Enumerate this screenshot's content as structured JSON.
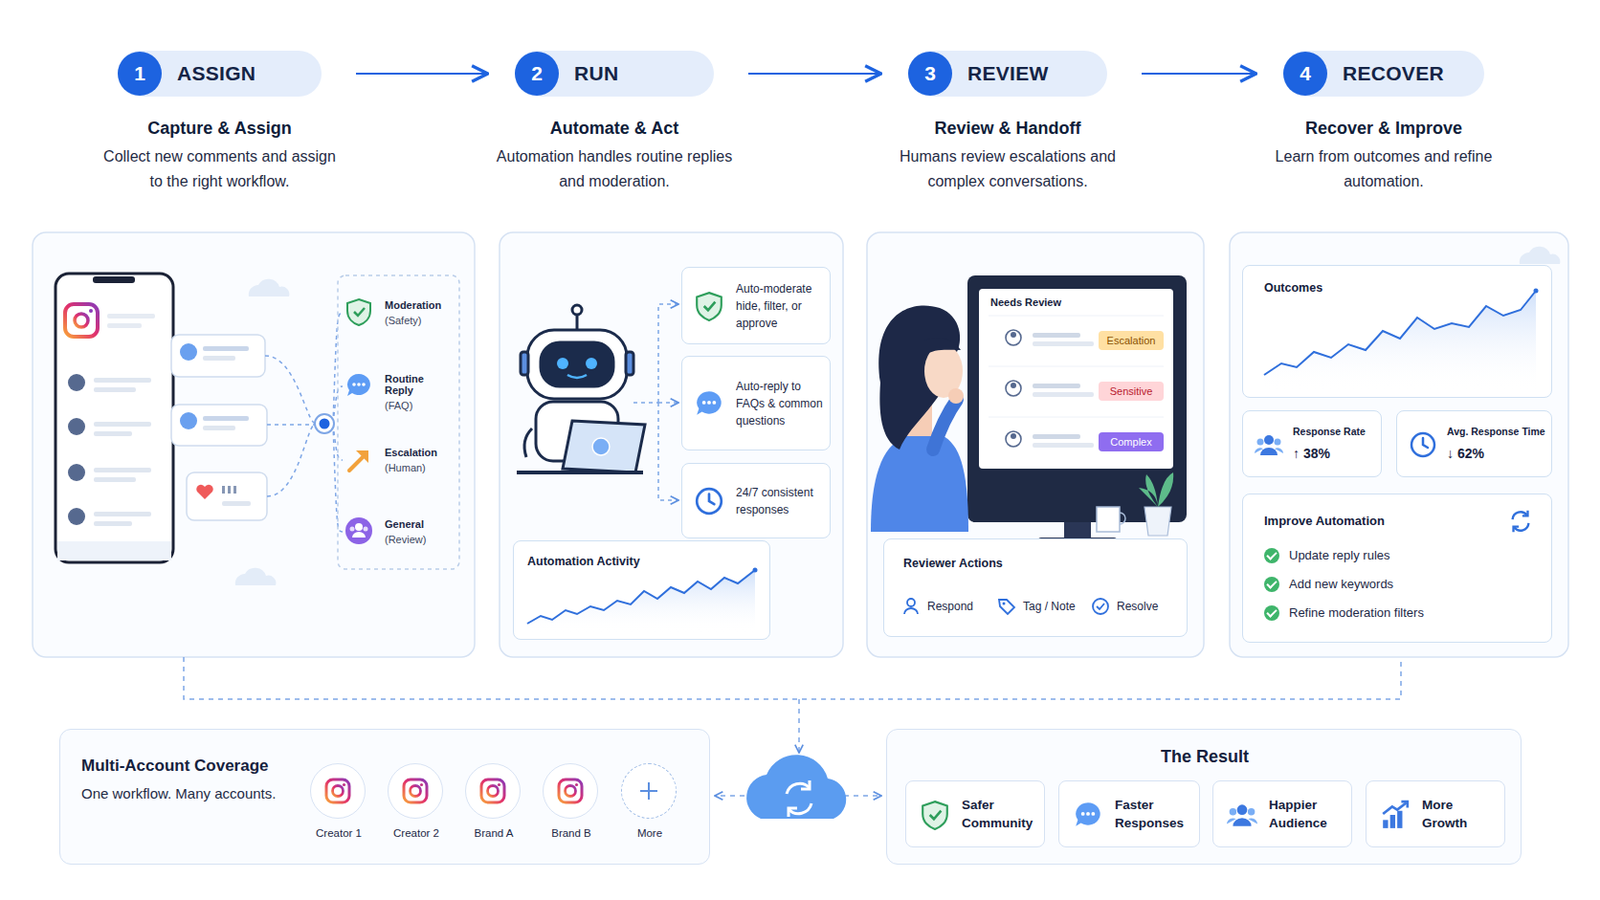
{
  "diagram": {
    "nodes": [
      {
        "text": [
          "1",
          "ASSIGN",
          "Capture & Assign",
          "Collect new comments and assign to the right workflow."
        ]
      },
      {
        "text": [
          "2",
          "RUN",
          "Automate & Act",
          "Automation handles routine replies and moderation."
        ]
      },
      {
        "text": [
          "3",
          "REVIEW",
          "Review & Handoff",
          "Humans review escalations and complex conversations."
        ]
      },
      {
        "text": [
          "4",
          "RECOVER",
          "Recover & Improve",
          "Learn from outcomes and refine automation."
        ]
      },
      {
        "text": [
          "Moderation",
          "(Safety)"
        ]
      },
      {
        "text": [
          "Routine Reply",
          "(FAQ)"
        ]
      },
      {
        "text": [
          "Escalation",
          "(Human)"
        ]
      },
      {
        "text": [
          "General",
          "(Review)"
        ]
      },
      {
        "text": [
          "Auto-moderate hide, filter, or approve"
        ]
      },
      {
        "text": [
          "Auto-reply to FAQs & common questions"
        ]
      },
      {
        "text": [
          "24/7 consistent responses"
        ]
      },
      {
        "text": [
          "Automation Activity"
        ]
      },
      {
        "text": [
          "Needs Review"
        ]
      },
      {
        "text": [
          "Escalation"
        ],
        "in": 12
      },
      {
        "text": [
          "Sensitive"
        ],
        "in": 12
      },
      {
        "text": [
          "Complex"
        ],
        "in": 12
      },
      {
        "text": [
          "Reviewer Actions",
          "Respond",
          "Tag / Note",
          "Resolve"
        ]
      },
      {
        "text": [
          "Outcomes"
        ]
      },
      {
        "text": [
          "Response Rate",
          "↑ 38%"
        ]
      },
      {
        "text": [
          "Avg. Response Time",
          "↓ 62%"
        ]
      },
      {
        "text": [
          "Improve Automation",
          "Update reply rules",
          "Add new keywords",
          "Refine moderation filters"
        ]
      },
      {
        "text": [
          "Multi-Account Coverage",
          "One workflow. Many accounts."
        ]
      },
      {
        "text": [
          "Creator 1"
        ],
        "in": 21
      },
      {
        "text": [
          "Creator 2"
        ],
        "in": 21
      },
      {
        "text": [
          "Brand A"
        ],
        "in": 21
      },
      {
        "text": [
          "Brand B"
        ],
        "in": 21
      },
      {
        "text": [
          "More"
        ],
        "in": 21
      },
      {
        "text": [
          "The Result"
        ]
      },
      {
        "text": [
          "Safer Community"
        ],
        "in": 27
      },
      {
        "text": [
          "Faster Responses"
        ],
        "in": 27
      },
      {
        "text": [
          "Happier Audience"
        ],
        "in": 27
      },
      {
        "text": [
          "More Growth"
        ],
        "in": 27
      }
    ],
    "edges": [
      {
        "from": 0,
        "to": 1,
        "arrow": "to"
      },
      {
        "from": 1,
        "to": 2,
        "arrow": "to"
      },
      {
        "from": 2,
        "to": 3,
        "arrow": "to"
      }
    ]
  }
}
